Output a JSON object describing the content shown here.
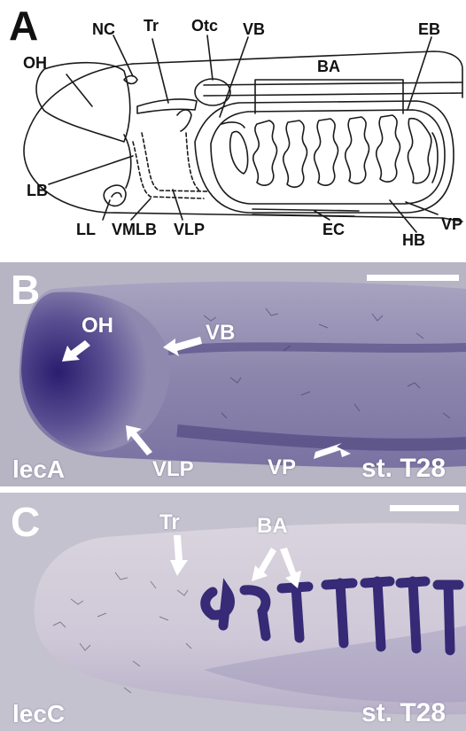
{
  "panel_a": {
    "letter": "A",
    "labels": {
      "oh": "OH",
      "nc": "NC",
      "tr": "Tr",
      "otc": "Otc",
      "vb": "VB",
      "eb": "EB",
      "ba": "BA",
      "lb": "LB",
      "ll": "LL",
      "vmlb": "VMLB",
      "vlp": "VLP",
      "ec": "EC",
      "hb": "HB",
      "vp": "VP"
    }
  },
  "panel_b": {
    "letter": "B",
    "gene": "lecA",
    "stage": "st. T28",
    "arrows": {
      "oh": "OH",
      "vb": "VB",
      "vlp": "VLP",
      "vp": "VP"
    }
  },
  "panel_c": {
    "letter": "C",
    "gene": "lecC",
    "stage": "st. T28",
    "arrows": {
      "tr": "Tr",
      "ba": "BA"
    }
  },
  "colors": {
    "stain": "#2a1d6e",
    "background_b": "#b7b4c4",
    "background_c": "#c5c2cf"
  }
}
